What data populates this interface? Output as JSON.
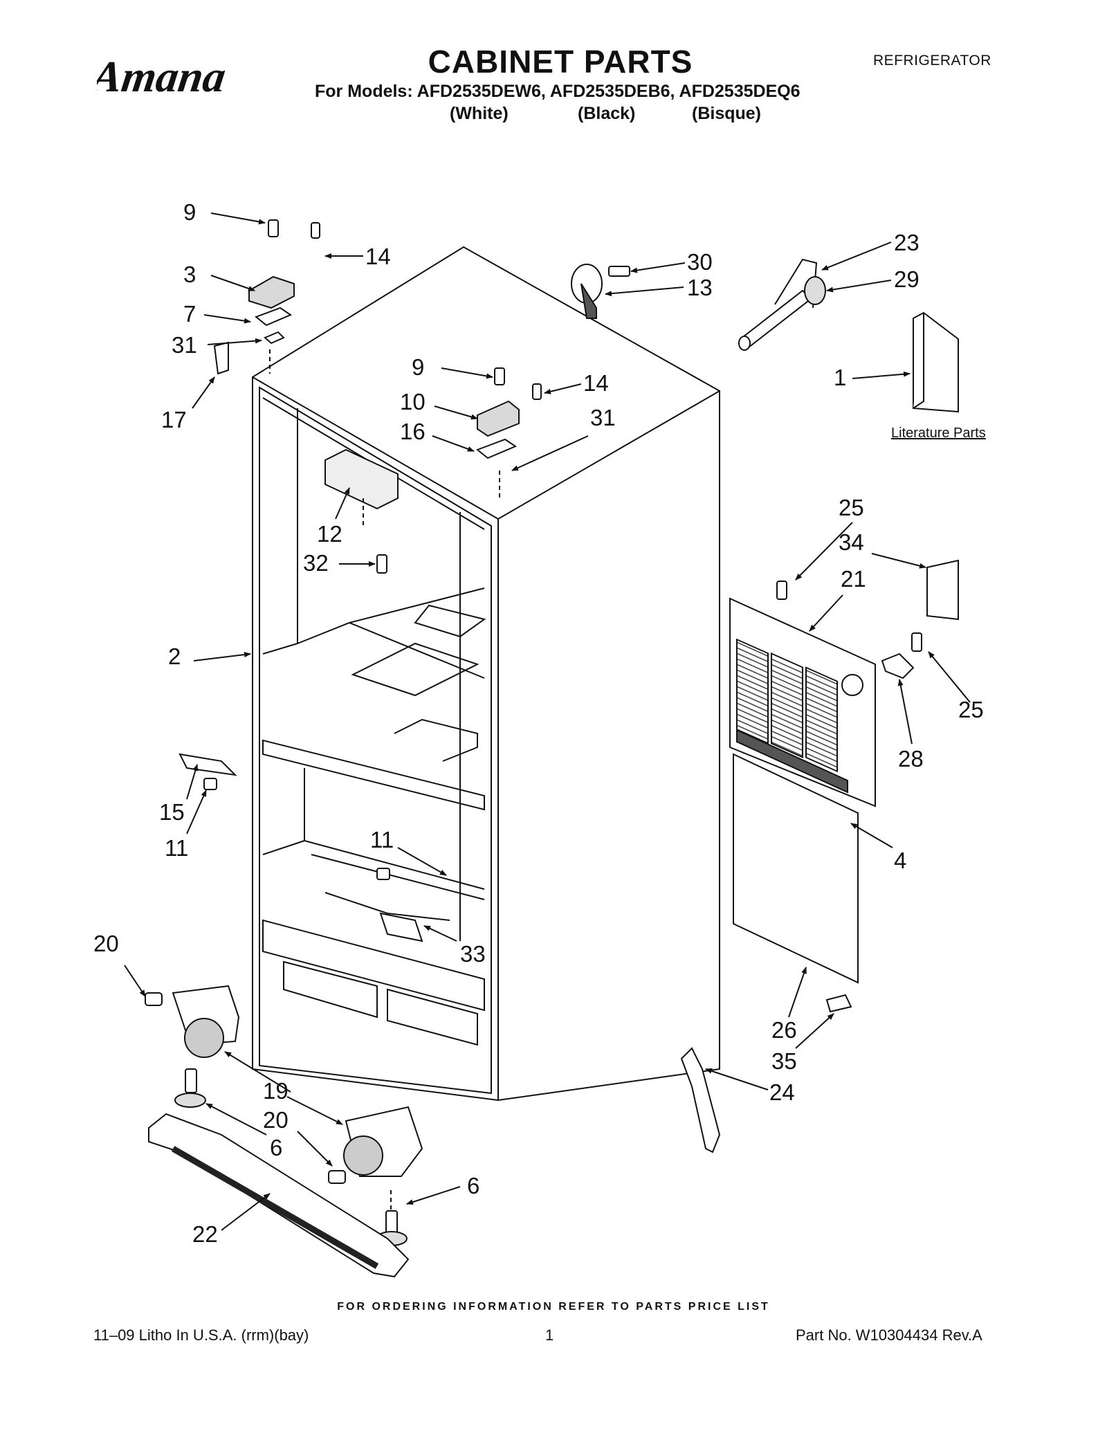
{
  "header": {
    "brand": "Amana",
    "title": "CABINET PARTS",
    "category": "REFRIGERATOR",
    "models_line": "For Models: AFD2535DEW6, AFD2535DEB6, AFD2535DEQ6",
    "finishes": [
      "(White)",
      "(Black)",
      "(Bisque)"
    ]
  },
  "diagram": {
    "literature_label": "Literature Parts",
    "callouts": [
      "9",
      "14",
      "3",
      "7",
      "31",
      "17",
      "30",
      "13",
      "23",
      "29",
      "1",
      "9",
      "14",
      "10",
      "16",
      "31",
      "12",
      "32",
      "25",
      "34",
      "21",
      "2",
      "25",
      "28",
      "15",
      "11",
      "11",
      "4",
      "33",
      "20",
      "26",
      "35",
      "19",
      "20",
      "24",
      "6",
      "6",
      "22"
    ]
  },
  "footer": {
    "ordering_note": "FOR ORDERING INFORMATION REFER TO PARTS PRICE LIST",
    "litho": "11–09 Litho In U.S.A. (rrm)(bay)",
    "page": "1",
    "part_no": "Part No. W10304434 Rev.A"
  }
}
